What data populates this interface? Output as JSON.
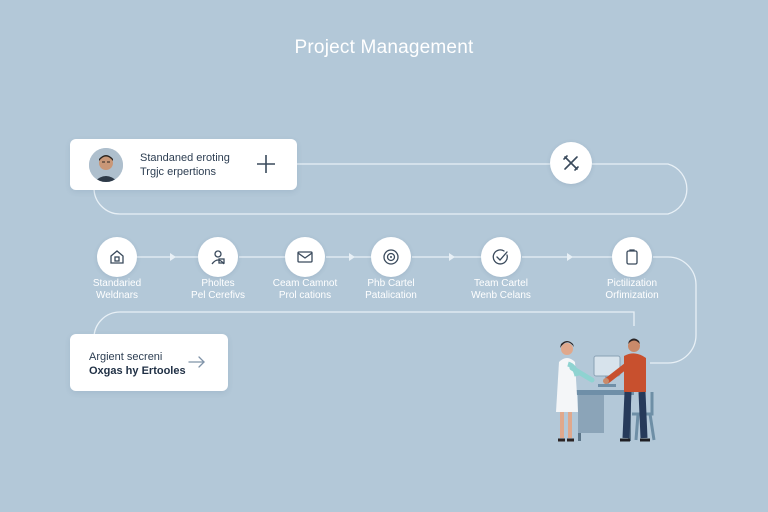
{
  "title": "Project Management",
  "top_card": {
    "line1": "Standaned eroting",
    "line2": "Trgjc erpertions"
  },
  "bottom_card": {
    "line1": "Argient secreni",
    "line2": "Oxgas hy Ertooles"
  },
  "steps": [
    {
      "icon": "house-document-icon",
      "line1": "Standaried",
      "line2": "Weldnars"
    },
    {
      "icon": "person-badge-icon",
      "line1": "Pholtes",
      "line2": "Pel Cerefivs"
    },
    {
      "icon": "envelope-icon",
      "line1": "Ceam Camnot",
      "line2": "Prol cations"
    },
    {
      "icon": "target-icon",
      "line1": "Phb Cartel",
      "line2": "Patalication"
    },
    {
      "icon": "checkmark-icon",
      "line1": "Team Cartel",
      "line2": "Wenb Celans"
    },
    {
      "icon": "clipboard-icon",
      "line1": "Pictilization",
      "line2": "Orfimization"
    }
  ],
  "colors": {
    "background": "#b3c8d8",
    "card": "#ffffff",
    "line": "#e8f0f6",
    "icon": "#3a4a5c"
  }
}
